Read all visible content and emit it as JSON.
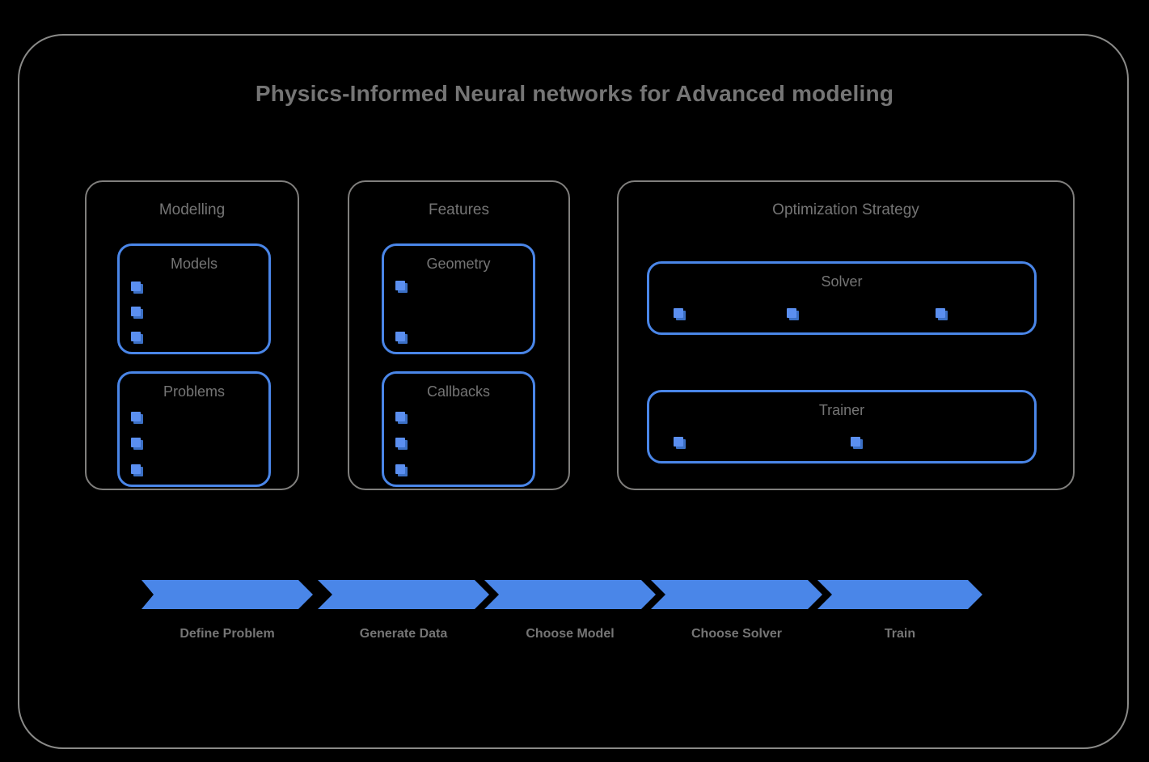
{
  "diagram": {
    "title": "Physics-Informed Neural networks for Advanced modeling",
    "colors": {
      "background": "#000000",
      "accent_blue": "#4a86e8",
      "cube_front": "#5b8ff0",
      "cube_back": "#3b6fc4",
      "outer_border_gray": "#8a8a88",
      "panel_border_gray": "#807f7d",
      "text_gray": "#757575"
    },
    "groups": [
      {
        "id": "modelling",
        "label": "Modelling",
        "boxes": [
          {
            "id": "models",
            "label": "Models",
            "bullet_count": 3
          },
          {
            "id": "problems",
            "label": "Problems",
            "bullet_count": 3
          }
        ]
      },
      {
        "id": "features",
        "label": "Features",
        "boxes": [
          {
            "id": "geometry",
            "label": "Geometry",
            "bullet_count": 2
          },
          {
            "id": "callbacks",
            "label": "Callbacks",
            "bullet_count": 3
          }
        ]
      },
      {
        "id": "optimization",
        "label": "Optimization Strategy",
        "boxes": [
          {
            "id": "solver",
            "label": "Solver",
            "bullet_count": 3
          },
          {
            "id": "trainer",
            "label": "Trainer",
            "bullet_count": 2
          }
        ]
      }
    ],
    "flow": {
      "steps": [
        {
          "id": "define-problem",
          "label": "Define Problem"
        },
        {
          "id": "generate-data",
          "label": "Generate Data"
        },
        {
          "id": "choose-model",
          "label": "Choose Model"
        },
        {
          "id": "choose-solver",
          "label": "Choose Solver"
        },
        {
          "id": "train",
          "label": "Train"
        }
      ]
    }
  }
}
